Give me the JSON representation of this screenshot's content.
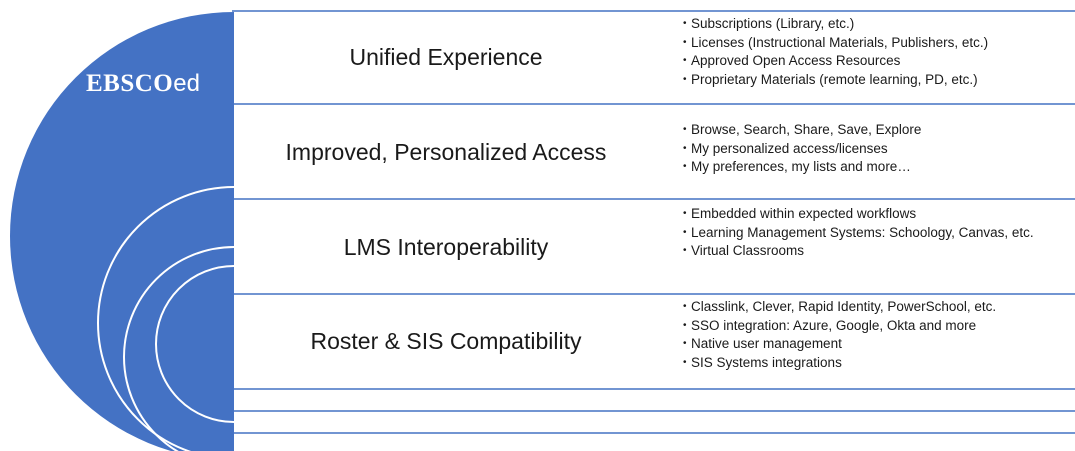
{
  "logo": {
    "brand": "EBSCO",
    "suffix": "ed"
  },
  "rows": [
    {
      "title": "Unified Experience",
      "bullets": [
        "Subscriptions (Library, etc.)",
        "Licenses (Instructional Materials, Publishers, etc.)",
        "Approved Open Access Resources",
        "Proprietary Materials (remote learning, PD, etc.)"
      ]
    },
    {
      "title": "Improved, Personalized Access",
      "bullets": [
        "Browse, Search, Share, Save, Explore",
        "My personalized access/licenses",
        "My preferences, my lists and more…"
      ]
    },
    {
      "title": "LMS Interoperability",
      "bullets": [
        "Embedded within expected workflows",
        "Learning Management Systems: Schoology, Canvas, etc.",
        "Virtual Classrooms"
      ]
    },
    {
      "title": "Roster & SIS Compatibility",
      "bullets": [
        "Classlink, Clever, Rapid Identity, PowerSchool, etc.",
        "SSO integration: Azure, Google, Okta and more",
        "Native user management",
        "SIS Systems integrations"
      ]
    }
  ],
  "colors": {
    "arc_fill": "#4472c4",
    "arc_stroke": "#ffffff",
    "divider": "#4472c4"
  }
}
